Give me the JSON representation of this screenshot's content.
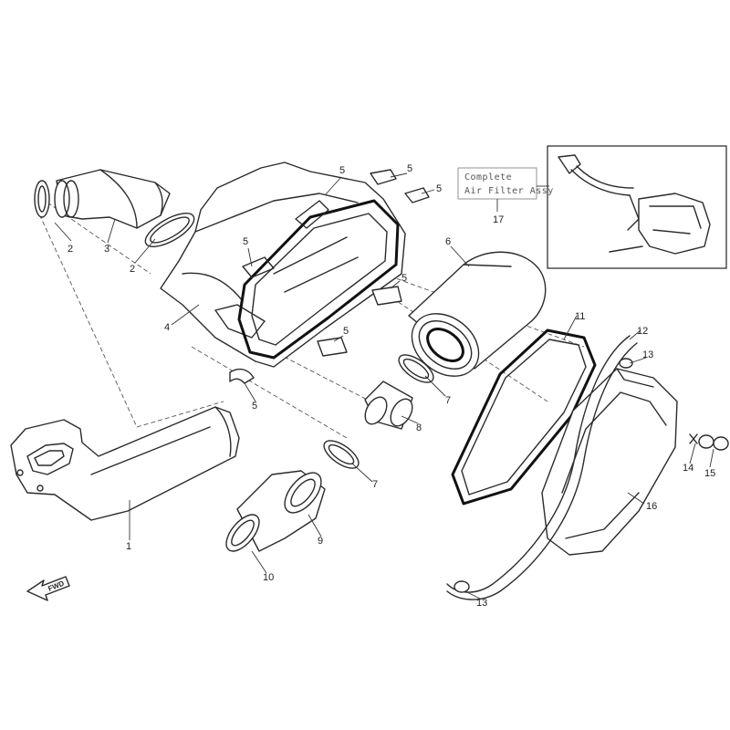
{
  "assembly_label": {
    "line1": "Complete",
    "line2": "Air Filter Assy"
  },
  "direction_label": "FWD",
  "callouts": [
    {
      "id": "c1",
      "text": "1"
    },
    {
      "id": "c2a",
      "text": "2"
    },
    {
      "id": "c2b",
      "text": "2"
    },
    {
      "id": "c3",
      "text": "3"
    },
    {
      "id": "c4",
      "text": "4"
    },
    {
      "id": "c5a",
      "text": "5"
    },
    {
      "id": "c5b",
      "text": "5"
    },
    {
      "id": "c5c",
      "text": "5"
    },
    {
      "id": "c5d",
      "text": "5"
    },
    {
      "id": "c5e",
      "text": "5"
    },
    {
      "id": "c5f",
      "text": "5"
    },
    {
      "id": "c5g",
      "text": "5"
    },
    {
      "id": "c6",
      "text": "6"
    },
    {
      "id": "c7a",
      "text": "7"
    },
    {
      "id": "c7b",
      "text": "7"
    },
    {
      "id": "c8",
      "text": "8"
    },
    {
      "id": "c9",
      "text": "9"
    },
    {
      "id": "c10",
      "text": "10"
    },
    {
      "id": "c11",
      "text": "11"
    },
    {
      "id": "c12",
      "text": "12"
    },
    {
      "id": "c13a",
      "text": "13"
    },
    {
      "id": "c13b",
      "text": "13"
    },
    {
      "id": "c14",
      "text": "14"
    },
    {
      "id": "c15",
      "text": "15"
    },
    {
      "id": "c16",
      "text": "16"
    },
    {
      "id": "c17",
      "text": "17"
    }
  ]
}
